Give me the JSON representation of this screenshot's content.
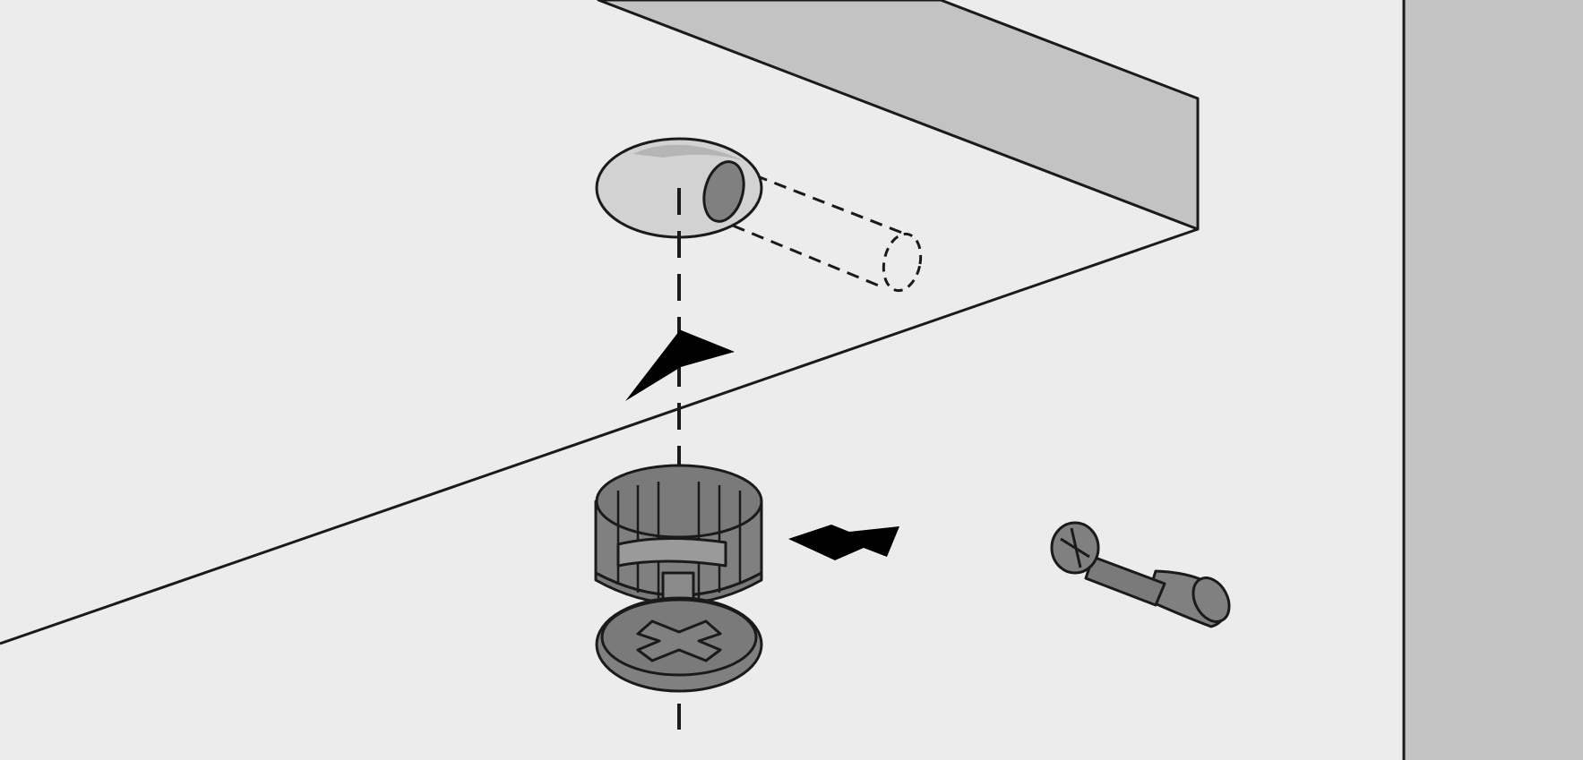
{
  "diagram": {
    "kind": "assembly-instruction",
    "text_labels": [],
    "palette": {
      "background": "#ececec",
      "panel_edge": "#c3c3c3",
      "side_panel": "#c3c3c3",
      "hole_fill": "#d2d2d2",
      "hole_inner": "#808080",
      "part_dark": "#808080",
      "part_mid": "#7a7a7a",
      "outline": "#1a1a1a",
      "arrow": "#000000"
    },
    "parts": [
      {
        "name": "board-underside",
        "role": "panel"
      },
      {
        "name": "side-panel",
        "role": "panel"
      },
      {
        "name": "cam-lock-hole",
        "role": "drilled-hole"
      },
      {
        "name": "dowel-channel",
        "role": "hidden-hole"
      },
      {
        "name": "cam-lock-nut",
        "role": "fastener"
      },
      {
        "name": "cam-dowel-screw",
        "role": "fastener"
      }
    ],
    "arrows": [
      {
        "name": "insert-up-arrow",
        "direction": "up-right"
      },
      {
        "name": "rotate-lock-arrow",
        "direction": "left"
      }
    ],
    "guides": [
      {
        "name": "insertion-axis",
        "style": "dashed"
      }
    ]
  }
}
